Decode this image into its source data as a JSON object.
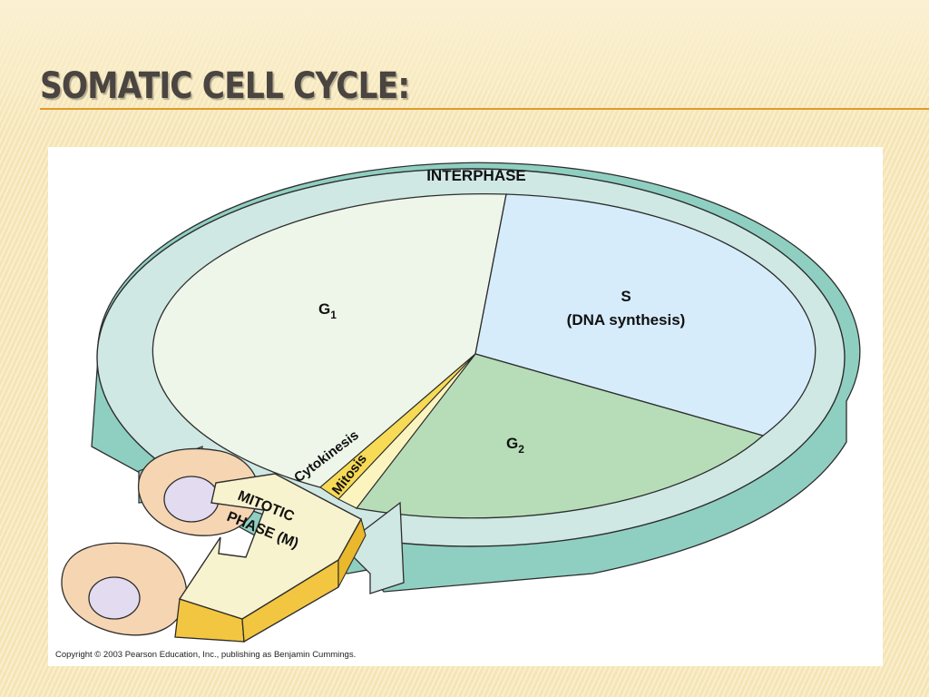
{
  "slide": {
    "title": "SOMATIC CELL CYCLE:"
  },
  "diagram": {
    "ring_label": "INTERPHASE",
    "phases": {
      "g1_main": "G",
      "g1_sub": "1",
      "s_main": "S",
      "s_desc": "(DNA synthesis)",
      "g2_main": "G",
      "g2_sub": "2",
      "cytokinesis": "Cytokinesis",
      "mitosis": "Mitosis",
      "mitotic_line1": "MITOTIC",
      "mitotic_line2": "PHASE (M)"
    },
    "copyright": "Copyright © 2003 Pearson Education, Inc., publishing as Benjamin Cummings.",
    "colors": {
      "ring_top": "#cfe8e3",
      "ring_side": "#8fcfc2",
      "g1": "#eef6e9",
      "s": "#d6ecfb",
      "g2": "#b7ddb8",
      "cytokinesis": "#f7da55",
      "mitosis": "#fbf4bf",
      "arrow_top": "#f8f3cf",
      "arrow_side": "#f2c640",
      "cell": "#f6d5b2",
      "nucleus": "#e3dbf0"
    }
  }
}
